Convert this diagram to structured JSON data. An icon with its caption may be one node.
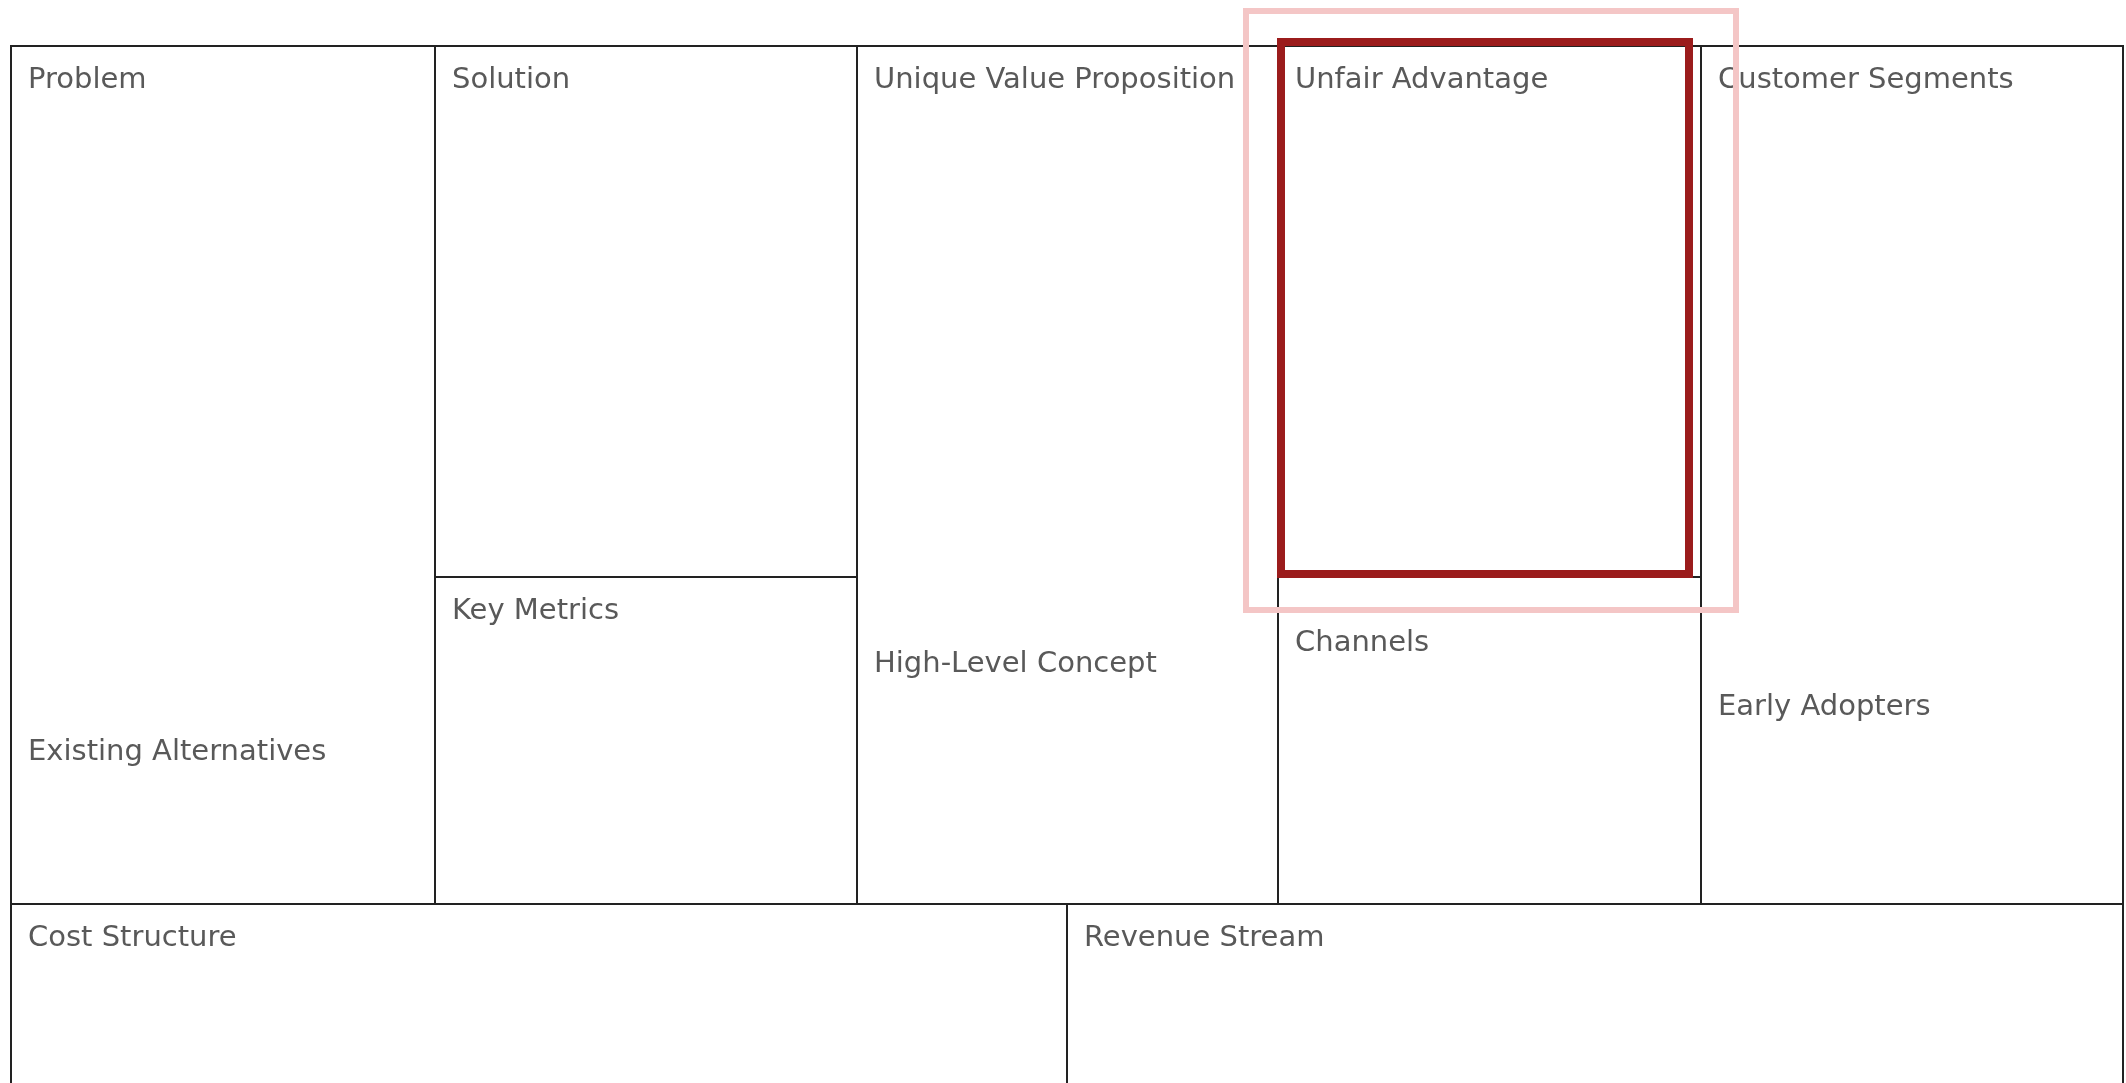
{
  "diagram": {
    "nodes": [
      {
        "text": [
          "Problem",
          "Existing Alternatives"
        ]
      },
      {
        "text": [
          "Solution"
        ]
      },
      {
        "text": [
          "Unique Value Proposition",
          "High-Level Concept"
        ]
      },
      {
        "text": [
          "Unfair Advantage"
        ]
      },
      {
        "text": [
          "Customer Segments",
          "Early Adopters"
        ]
      },
      {
        "text": [
          "Key Metrics"
        ]
      },
      {
        "text": [
          "Channels"
        ]
      },
      {
        "text": [
          "Cost Structure"
        ]
      },
      {
        "text": [
          "Revenue Stream"
        ]
      }
    ]
  }
}
